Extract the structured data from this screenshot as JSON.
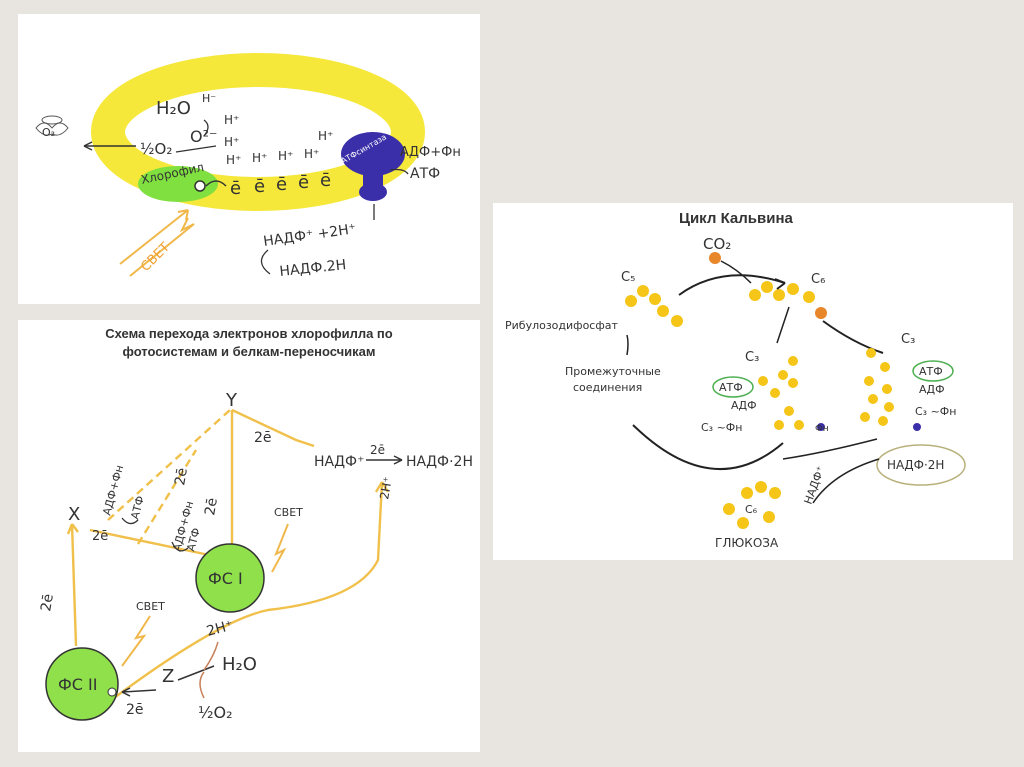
{
  "panels": {
    "thylakoid": {
      "water": "H₂O",
      "h_minus": "H⁻",
      "h_plus": "H⁺",
      "o_minus": "O²⁻",
      "half_o2": "½O₂",
      "o2_left": "O₂",
      "chlorophyll": "Хлорофил",
      "electron": "ē",
      "atp_synthase": "АТФсинтаза",
      "adp_pi": "АДФ+Фн",
      "atp": "АТФ",
      "nadp_plus": "НАДФ⁺ +2H⁺",
      "nadph": "НАДФ.2H",
      "light": "СВЕТ"
    },
    "calvin": {
      "title": "Цикл Кальвина",
      "co2": "CO₂",
      "c5": "C₅",
      "c6": "C₆",
      "c3": "C₃",
      "ribulose": "Рибулозодифосфат",
      "intermediate_1": "Промежуточные",
      "intermediate_2": "соединения",
      "atf": "АТФ",
      "adf": "АДФ",
      "c3_pn": "C₃ ~Фн",
      "fn": "Фн",
      "nadph": "НАДФ·2H",
      "nadp_plus": "НАДФ⁺",
      "glucose_c6": "C₆",
      "glucose": "ГЛЮКОЗА"
    },
    "transfer": {
      "title_line1": "Схема перехода электронов хлорофилла по",
      "title_line2": "фотосистемам и белкам-переносчикам",
      "y": "Y",
      "x": "X",
      "z": "Z",
      "two_e": "2ē",
      "nadp_arrow": "НАДФ⁺",
      "nadph": "НАДФ·2H",
      "two_h_plus": "2H⁺",
      "adp_pn": "АДФ+Фн",
      "atf": "АТФ",
      "light": "СВЕТ",
      "ps1": "ФС I",
      "ps2": "ФС II",
      "water": "H₂O",
      "half_o2": "½O₂"
    }
  },
  "colors": {
    "yellow": "#f5e83a",
    "green": "#8fe04a",
    "orange": "#f0b84a",
    "purple": "#3a2fa8",
    "gold": "#f5c518",
    "background": "#e8e5e0"
  }
}
